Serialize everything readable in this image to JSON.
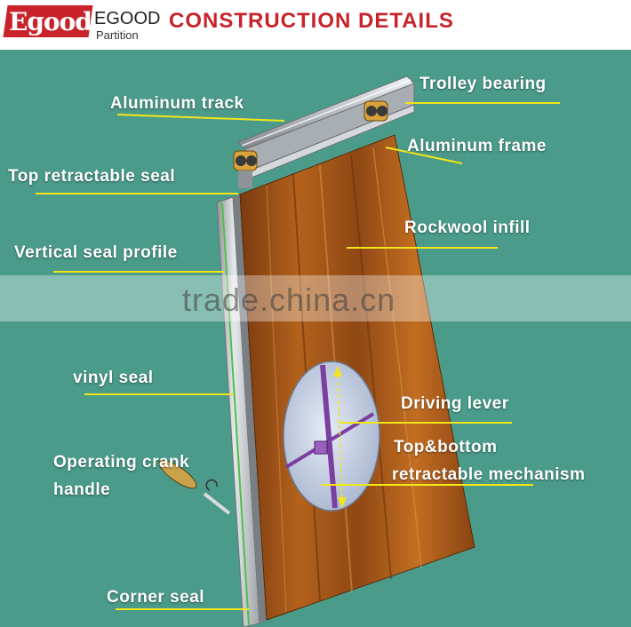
{
  "header": {
    "logo_text": "Egood",
    "brand_name": "EGOOD",
    "brand_sub": "Partition",
    "title": "CONSTRUCTION DETAILS"
  },
  "labels": {
    "aluminum_track": "Aluminum track",
    "trolley_bearing": "Trolley bearing",
    "aluminum_frame": "Aluminum frame",
    "top_retractable_seal": "Top retractable seal",
    "rockwool_infill": "Rockwool infill",
    "vertical_seal_profile": "Vertical seal profile",
    "vinyl_seal": "vinyl seal",
    "driving_lever": "Driving lever",
    "top_bottom_line1": "Top&bottom",
    "top_bottom_line2": "retractable mechanism",
    "crank_line1": "Operating crank",
    "crank_line2": "handle",
    "corner_seal": "Corner  seal"
  },
  "watermark": "trade.china.cn",
  "colors": {
    "background": "#4a9b8a",
    "title_red": "#c8232b",
    "leader_yellow": "#f2e51a",
    "wood_dark": "#8a4312",
    "wood_light": "#c9731f",
    "aluminum": "#c9cdd0"
  }
}
